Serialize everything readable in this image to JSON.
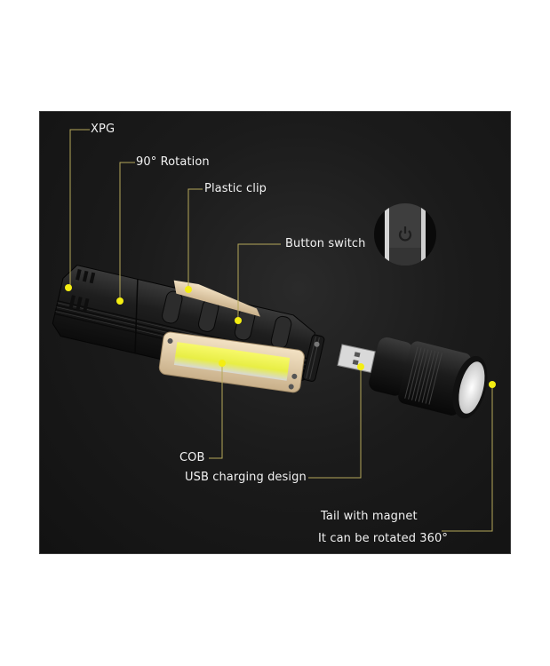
{
  "image": {
    "subject": "Rechargeable COB work light / flashlight with detachable magnetic tail",
    "background_color": "#ffffff",
    "panel_color": "#161616",
    "accent_line_color": "#b5a85a",
    "dot_color": "#f4ee12"
  },
  "callouts": [
    {
      "id": "xpg",
      "label": "XPG"
    },
    {
      "id": "rotation",
      "label": "90° Rotation"
    },
    {
      "id": "clip",
      "label": "Plastic clip"
    },
    {
      "id": "button",
      "label": "Button switch"
    },
    {
      "id": "cob",
      "label": "COB"
    },
    {
      "id": "usb",
      "label": "USB charging design"
    },
    {
      "id": "tail_line1",
      "label": "Tail with magnet"
    },
    {
      "id": "tail_line2",
      "label": "It can be rotated 360°"
    }
  ],
  "icons": {
    "power": "power-icon"
  }
}
